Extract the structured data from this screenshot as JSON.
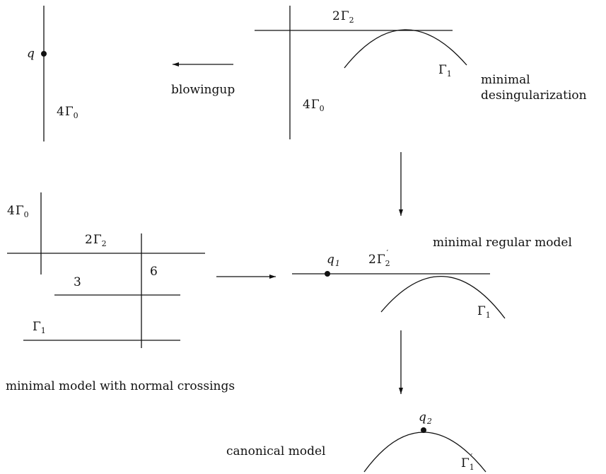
{
  "text": {
    "blowingup": "blowingup",
    "minimal_desing_1": "minimal",
    "minimal_desing_2": "desingularization",
    "minimal_regular": "minimal regular model",
    "normal_crossings": "minimal model with normal crossings",
    "canonical": "canonical model"
  },
  "curves": {
    "two": "2",
    "four": "4",
    "gamma": "Γ",
    "sub0": "0",
    "sub1": "1",
    "sub2": "2",
    "prime": "′",
    "q": "q",
    "num3": "3",
    "num6": "6"
  }
}
